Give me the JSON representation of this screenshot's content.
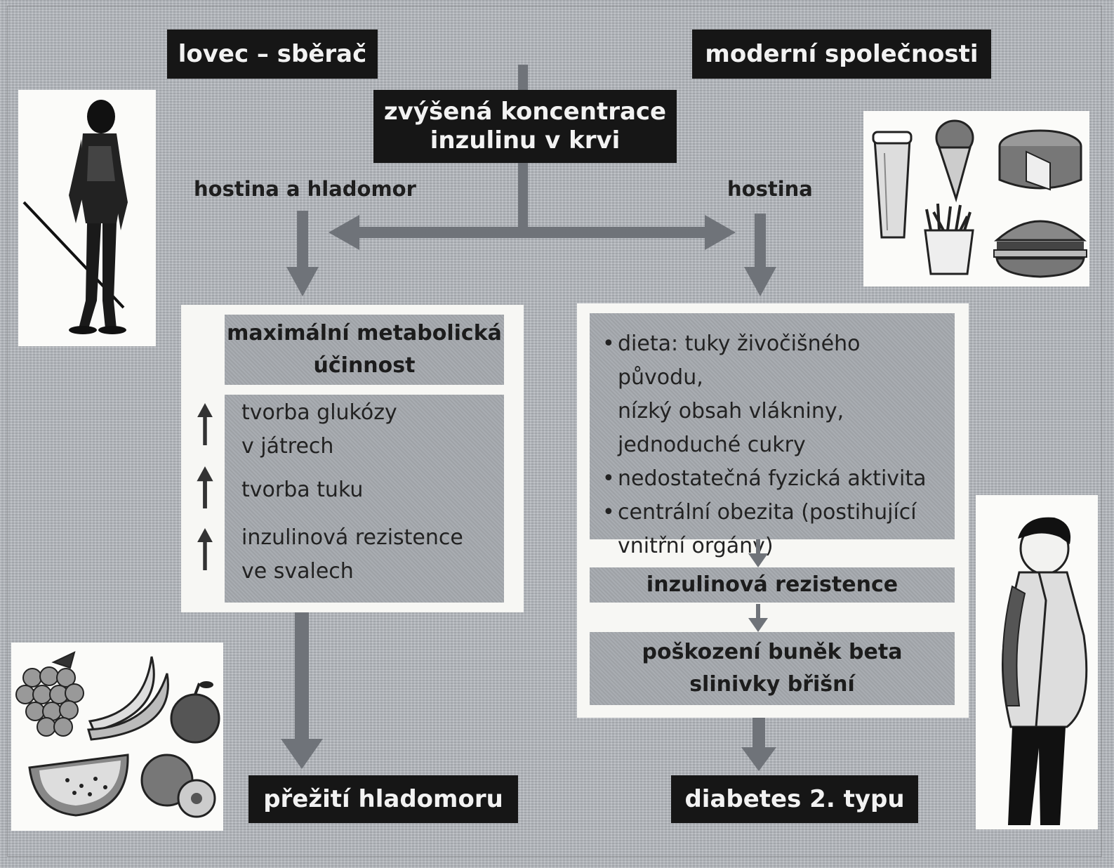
{
  "titles": {
    "hunter_gatherer": "lovec – sběrač",
    "modern_society": "moderní společnosti",
    "insulin_line1": "zvýšená koncentrace",
    "insulin_line2": "inzulinu v krvi"
  },
  "branch_labels": {
    "left": "hostina a hladomor",
    "right": "hostina"
  },
  "left_panel": {
    "heading_line1": "maximální metabolická",
    "heading_line2": "účinnost",
    "items": [
      {
        "line1": "tvorba glukózy",
        "line2": "v játrech"
      },
      {
        "line1": "tvorba  tuku",
        "line2": ""
      },
      {
        "line1": "inzulinová rezistence",
        "line2": "ve svalech"
      }
    ]
  },
  "right_panel": {
    "bullets": [
      {
        "line1": "dieta: tuky živočišného původu,",
        "line2": "nízký obsah vlákniny,",
        "line3": "jednoduché cukry"
      },
      {
        "line1": "nedostatečná fyzická aktivita",
        "line2": "",
        "line3": ""
      },
      {
        "line1": "centrální obezita (postihující",
        "line2": "vnitřní orgány)",
        "line3": ""
      }
    ],
    "insulin_resistance": "inzulinová rezistence",
    "beta_cell_line1": "poškození buněk beta",
    "beta_cell_line2": "slinivky břišní"
  },
  "outcomes": {
    "left": "přežití hladomoru",
    "right": "diabetes 2. typu"
  },
  "colors": {
    "background": "#b3b7bd",
    "dark_box": "#161616",
    "gray_box": "#a4a8ad",
    "panel": "#f7f7f4",
    "arrow": "#6f7379"
  }
}
